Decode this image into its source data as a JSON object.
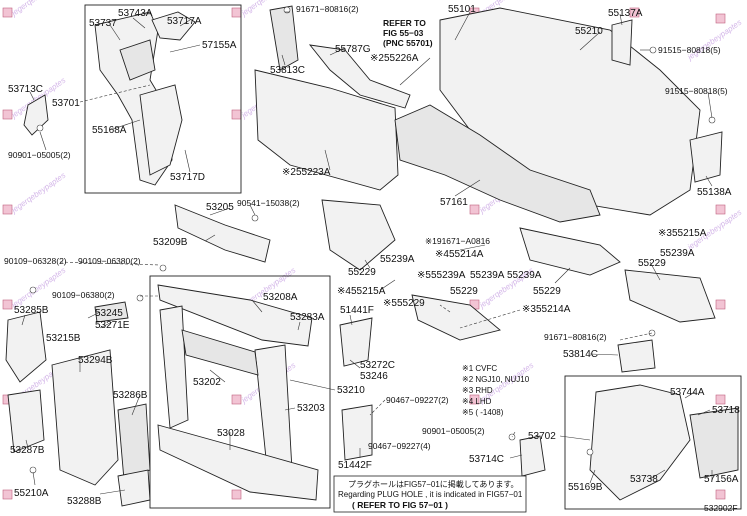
{
  "diagram": {
    "watermark_text": "jegerqebeypaptes",
    "figure_code": "532902F",
    "note": {
      "line1": "プラグホールはFIG57−01に掲載してあります。",
      "line2": "Regarding PLUG HOLE , it is indicated in FIG57−01",
      "line3": "( REFER TO FIG 57−01 )"
    },
    "refer_box": {
      "line1": "REFER TO",
      "line2": "FIG 55−03",
      "line3": "(PNC 55701)"
    },
    "legend": {
      "l1": "※1 CVFC",
      "l2": "※2 NGJ10, NUJ10",
      "l3": "※3 RHD",
      "l4": "※4 LHD",
      "l5": "※5 (   -1408)"
    },
    "labels": {
      "p53743A": "53743A",
      "p53717A": "53717A",
      "p53737": "53737",
      "p57155A": "57155A",
      "p53713C": "53713C",
      "p53701": "53701",
      "p55168A": "55168A",
      "p90901_a": "90901−05005(2)",
      "p53717D": "53717D",
      "p91671_a": "91671−80816(2)",
      "p53813C": "53813C",
      "p55787G": "55787G",
      "p55226A": "※255226A",
      "p55101": "55101",
      "p55137A": "55137A",
      "p55210": "55210",
      "p91515_a": "91515−80818(5)",
      "p91515_b": "91515−80818(5)",
      "p55223A": "※255223A",
      "p57161": "57161",
      "p55138A": "55138A",
      "p53205": "53205",
      "p90541": "90541−15038(2)",
      "p53209B": "53209B",
      "p90109_a": "90109−06328(2)",
      "p90109_b": "90109−06380(2)",
      "p90109_c": "90109−06380(2)",
      "p55229_a": "55229",
      "p55239A_a": "55239A",
      "p91671_b": "※191671−A0816",
      "p55214A": "※455214A",
      "p55215A_a": "※455215A",
      "p55239A_b": "※555239A",
      "p55239A_c": "55239A",
      "p55239A_d": "55239A",
      "p55229_b": "55229",
      "p55229_c": "55229",
      "p55215A_b": "※355215A",
      "p55239A_e": "55239A",
      "p55229_d": "55229",
      "p55229_e": "※555229",
      "p55214A_b": "※355214A",
      "p53285B": "53285B",
      "p53215B": "53215B",
      "p53245": "53245",
      "p53271E": "53271E",
      "p53294B": "53294B",
      "p53208A": "53208A",
      "p53283A": "53283A",
      "p51441F": "51441F",
      "p53272C": "53272C",
      "p53246": "53246",
      "p53202": "53202",
      "p53286B": "53286B",
      "p53210": "53210",
      "p90467_a": "90467−09227(2)",
      "p53203": "53203",
      "p90467_b": "90467−09227(4)",
      "p53287B": "53287B",
      "p53028": "53028",
      "p51442F": "51442F",
      "p55210A": "55210A",
      "p53288B": "53288B",
      "p91671_c": "91671−80816(2)",
      "p53814C": "53814C",
      "p53744A": "53744A",
      "p53718": "53718",
      "p90901_b": "90901−05005(2)",
      "p53702": "53702",
      "p53714C": "53714C",
      "p55169B": "55169B",
      "p53738": "53738",
      "p57156A": "57156A"
    }
  }
}
